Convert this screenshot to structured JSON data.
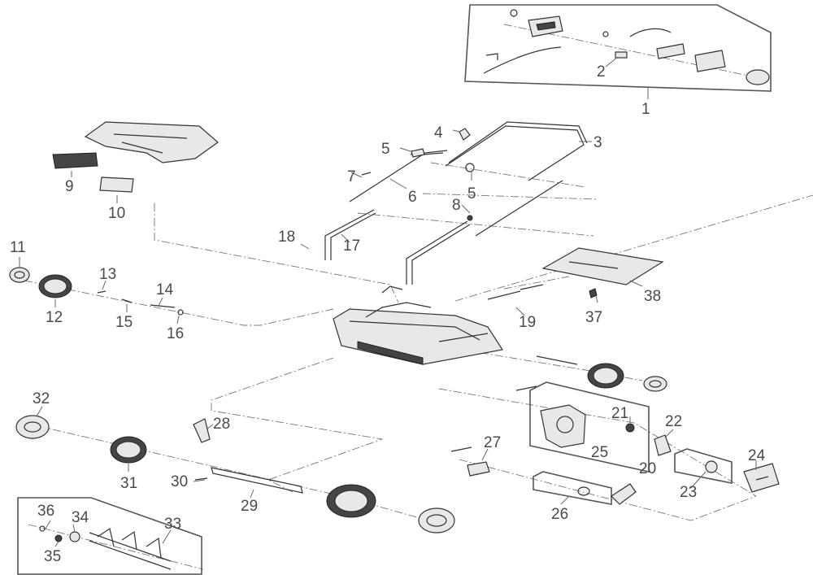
{
  "labels": {
    "p1": "1",
    "p2": "2",
    "p3": "3",
    "p4": "4",
    "p5a": "5",
    "p5b": "5",
    "p6": "6",
    "p7": "7",
    "p8": "8",
    "p9": "9",
    "p10": "10",
    "p11": "11",
    "p12": "12",
    "p13": "13",
    "p14": "14",
    "p15": "15",
    "p16": "16",
    "p17": "17",
    "p18": "18",
    "p19": "19",
    "p20": "20",
    "p21": "21",
    "p22": "22",
    "p23": "23",
    "p24": "24",
    "p25": "25",
    "p26": "26",
    "p27": "27",
    "p28": "28",
    "p29": "29",
    "p30": "30",
    "p31": "31",
    "p32": "32",
    "p33": "33",
    "p34": "34",
    "p35": "35",
    "p36": "36",
    "p37": "37",
    "p38": "38"
  }
}
